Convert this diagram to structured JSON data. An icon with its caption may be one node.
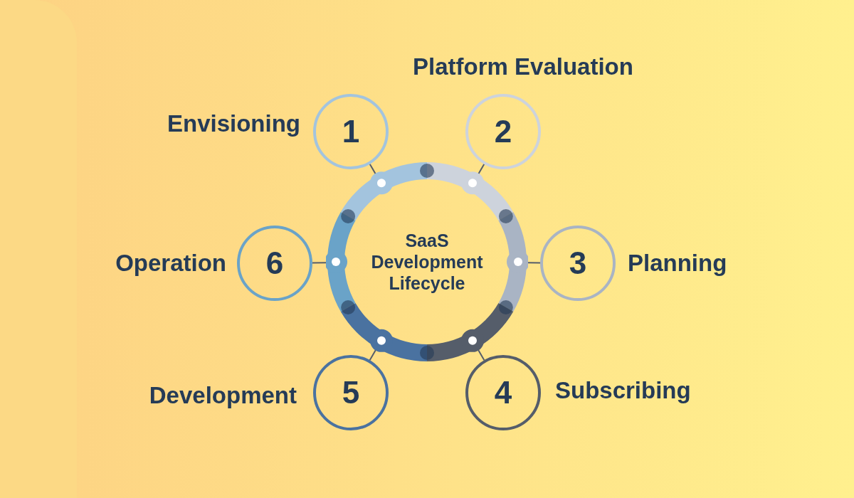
{
  "diagram": {
    "nodes": [
      {
        "text": [
          "SaaS Development Lifecycle"
        ]
      },
      {
        "text": [
          "1"
        ],
        "beside": [
          "Envisioning"
        ]
      },
      {
        "text": [
          "2"
        ],
        "beside": [
          "Platform Evaluation"
        ]
      },
      {
        "text": [
          "3"
        ],
        "beside": [
          "Planning"
        ]
      },
      {
        "text": [
          "4"
        ],
        "beside": [
          "Subscribing"
        ]
      },
      {
        "text": [
          "5"
        ],
        "beside": [
          "Development"
        ]
      },
      {
        "text": [
          "6"
        ],
        "beside": [
          "Operation"
        ]
      }
    ],
    "edges": [
      {
        "from": 0,
        "to": 1,
        "arrow": "none"
      },
      {
        "from": 0,
        "to": 2,
        "arrow": "none"
      },
      {
        "from": 0,
        "to": 3,
        "arrow": "none"
      },
      {
        "from": 0,
        "to": 4,
        "arrow": "none"
      },
      {
        "from": 0,
        "to": 5,
        "arrow": "none"
      },
      {
        "from": 0,
        "to": 6,
        "arrow": "none"
      }
    ]
  }
}
